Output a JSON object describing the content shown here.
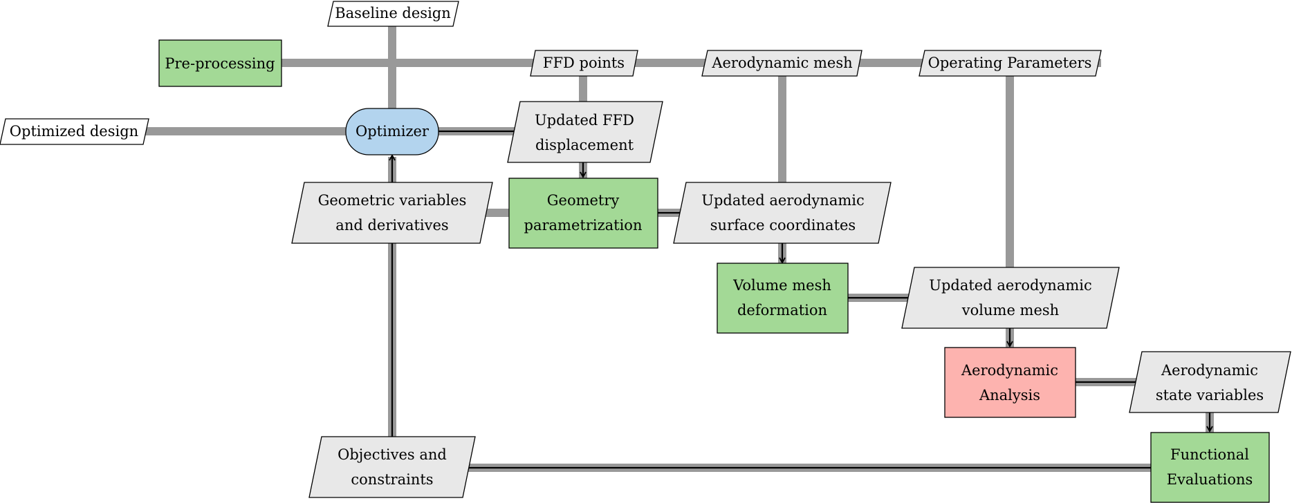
{
  "diagram": {
    "colors": {
      "process": "#a3d996",
      "analysis": "#fdb3af",
      "optimizer": "#b3d4ee",
      "data": "#e8e8e8",
      "external_data": "#ffffff",
      "data_line": "#999999",
      "process_line": "#000000"
    },
    "nodes": {
      "baseline_design": [
        "Baseline design"
      ],
      "pre_processing": [
        "Pre-processing"
      ],
      "ffd_points": [
        "FFD points"
      ],
      "aerodynamic_mesh": [
        "Aerodynamic mesh"
      ],
      "operating_parameters": [
        "Operating Parameters"
      ],
      "optimized_design": [
        "Optimized design"
      ],
      "optimizer": [
        "Optimizer"
      ],
      "updated_ffd_displacement": [
        "Updated FFD",
        "displacement"
      ],
      "geometric_variables": [
        "Geometric variables",
        "and derivatives"
      ],
      "geometry_parametrization": [
        "Geometry",
        "parametrization"
      ],
      "updated_surface_coordinates": [
        "Updated aerodynamic",
        "surface coordinates"
      ],
      "volume_mesh_deformation": [
        "Volume mesh",
        "deformation"
      ],
      "updated_volume_mesh": [
        "Updated aerodynamic",
        "volume mesh"
      ],
      "aerodynamic_analysis": [
        "Aerodynamic",
        "Analysis"
      ],
      "aerodynamic_state_variables": [
        "Aerodynamic",
        "state variables"
      ],
      "objectives_constraints": [
        "Objectives and",
        "constraints"
      ],
      "functional_evaluations": [
        "Functional",
        "Evaluations"
      ]
    }
  }
}
